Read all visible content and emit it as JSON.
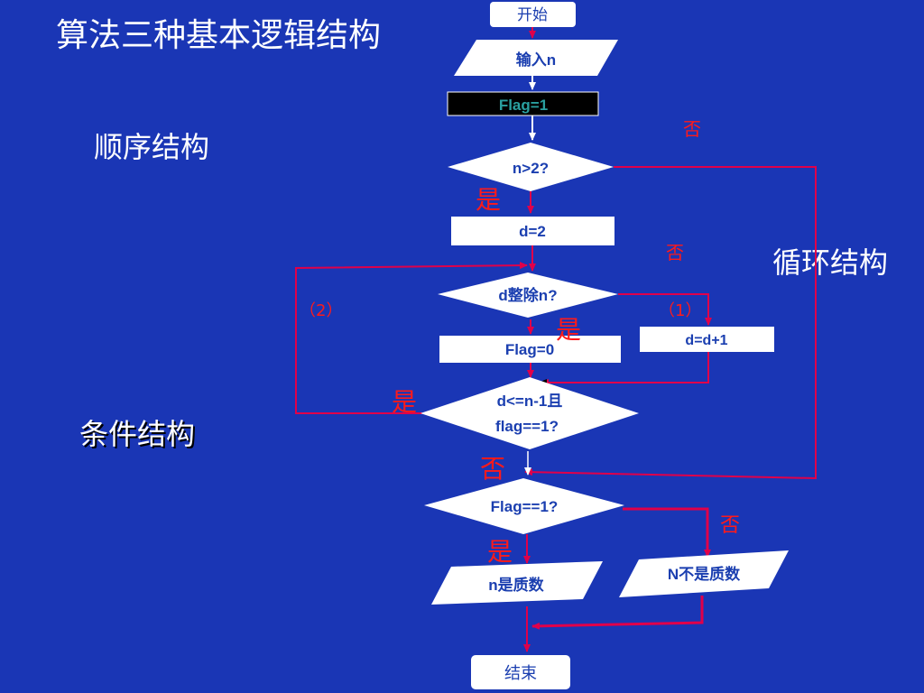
{
  "title": "算法三种基本逻辑结构",
  "sections": {
    "sequence": "顺序结构",
    "loop": "循环结构",
    "condition": "条件结构"
  },
  "nodes": {
    "start": "开始",
    "input": "输入n",
    "flag_init": "Flag=1",
    "check_n": "n>2?",
    "d_init": "d=2",
    "divides": "d整除n?",
    "flag_zero": "Flag=0",
    "increment": "d=d+1",
    "loop_cond_line1": "d<=n-1且",
    "loop_cond_line2": "flag==1?",
    "flag_check": "Flag==1?",
    "prime": "n是质数",
    "not_prime": "N不是质数",
    "end": "结束"
  },
  "labels": {
    "no_1": "否",
    "yes_1": "是",
    "no_2": "否",
    "branch_2": "（2）",
    "branch_1": "（1）",
    "yes_2": "是",
    "yes_3": "是",
    "no_3": "否",
    "no_4": "否",
    "yes_4": "是"
  },
  "colors": {
    "background": "#1a36b5",
    "box": "#ffffff",
    "box_text": "#1b3fb0",
    "arrow_red": "#e0004a",
    "label_red": "#ff1a1a",
    "dark_box": "#000000",
    "dark_box_text": "#2aa0a0"
  }
}
